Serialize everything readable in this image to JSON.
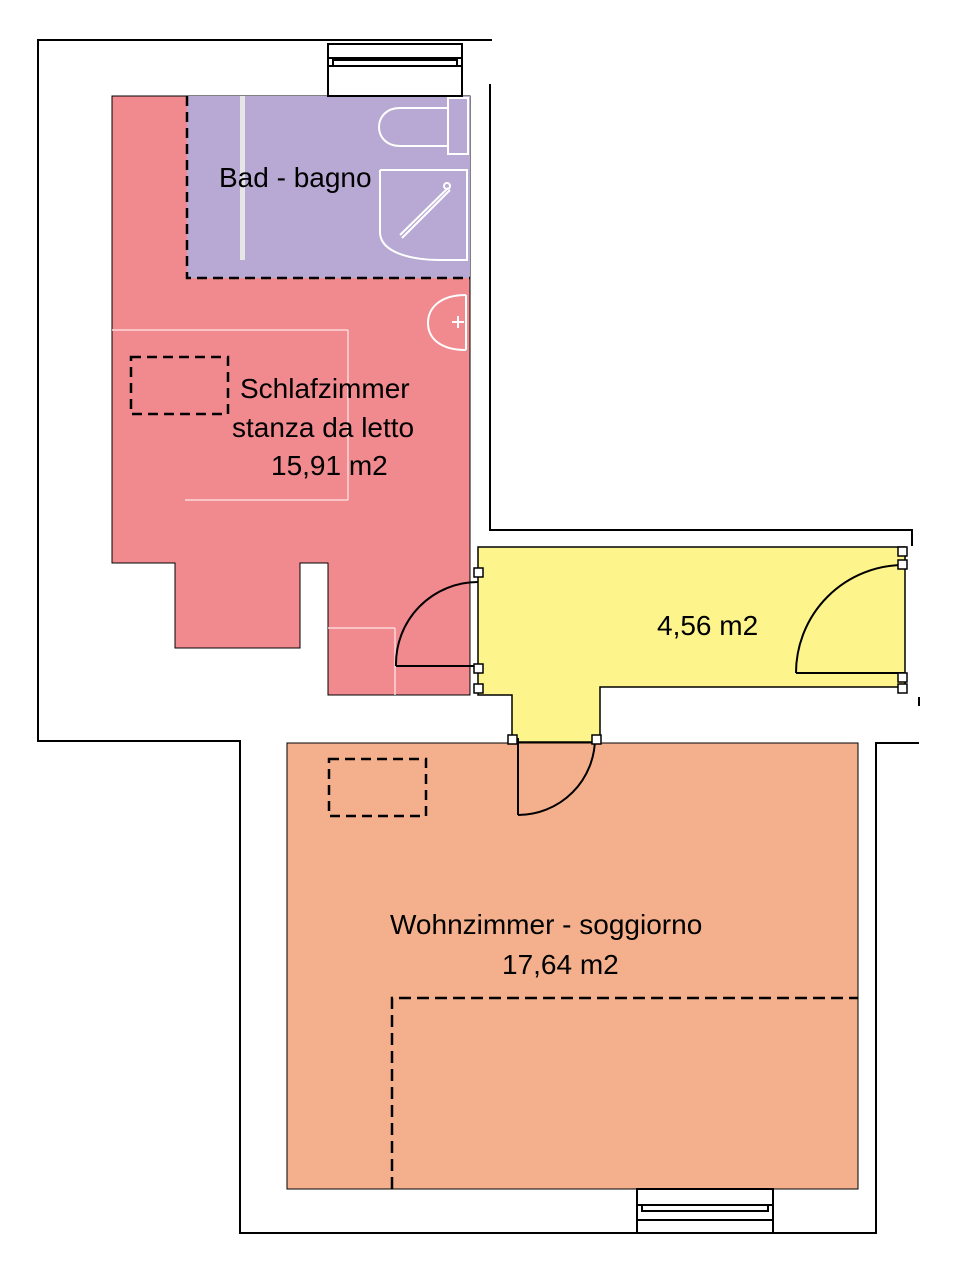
{
  "rooms": {
    "bathroom": {
      "label": "Bad - bagno",
      "color": "#b7a9d3"
    },
    "bedroom": {
      "label_de": "Schlafzimmer",
      "label_it": "stanza da letto",
      "area": "15,91 m2",
      "color": "#f08a8e"
    },
    "hallway": {
      "area": "4,56 m2",
      "color": "#fdf58b"
    },
    "living": {
      "label": "Wohnzimmer - soggiorno",
      "area": "17,64 m2",
      "color": "#f4b08c"
    }
  },
  "colors": {
    "wall": "#000000",
    "fixture": "#ffffff"
  }
}
